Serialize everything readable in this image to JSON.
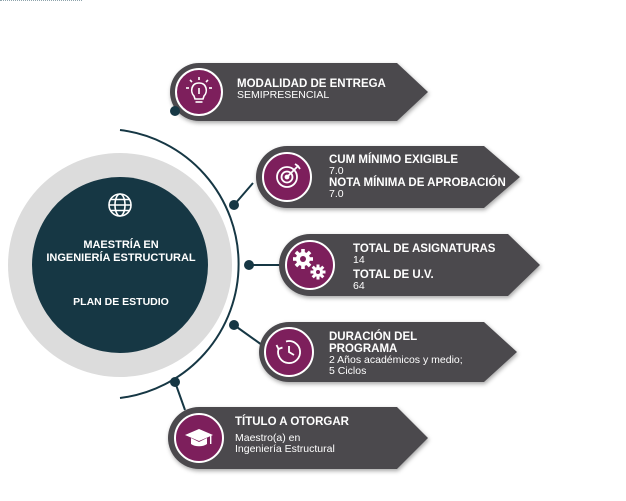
{
  "hub": {
    "title_line1": "MAESTRÍA EN",
    "title_line2": "INGENIERÍA ESTRUCTURAL",
    "subtitle": "PLAN DE ESTUDIO",
    "icon": "globe-icon"
  },
  "items": [
    {
      "icon": "lightbulb-icon",
      "heading": "MODALIDAD DE ENTREGA",
      "value": "SEMIPRESENCIAL"
    },
    {
      "icon": "target-icon",
      "heading": "CUM MÍNIMO EXIGIBLE",
      "value": "7.0",
      "heading2": "NOTA MÍNIMA DE APROBACIÓN",
      "value2": "7.0"
    },
    {
      "icon": "gears-icon",
      "heading": "TOTAL DE ASIGNATURAS",
      "value": "14",
      "heading2": "TOTAL DE U.V.",
      "value2": "64"
    },
    {
      "icon": "clock-icon",
      "heading_line1": "DURACIÓN DEL",
      "heading_line2": "PROGRAMA",
      "value_line1": "2 Años académicos y medio;",
      "value_line2": "5 Ciclos"
    },
    {
      "icon": "graduation-cap-icon",
      "heading": "TÍTULO A OTORGAR",
      "value_line1": "Maestro(a) en",
      "value_line2": "Ingeniería Estructural"
    }
  ],
  "colors": {
    "hub": "#163744",
    "hub_ring": "#dcdcdc",
    "card": "#4b4a4e",
    "icon_circle": "#7d1f5c",
    "connector": "#163744"
  }
}
